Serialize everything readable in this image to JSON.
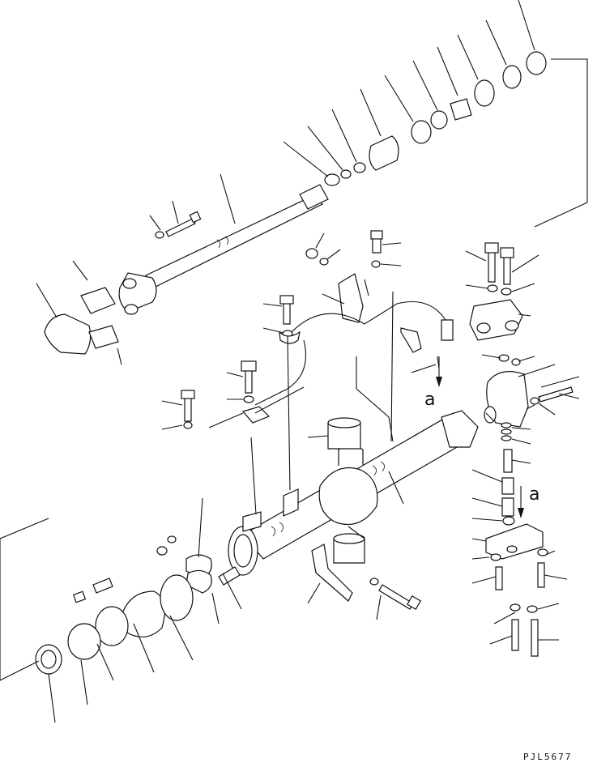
{
  "drawing_code": "PJL5677",
  "view_marks": [
    "a",
    "a"
  ]
}
